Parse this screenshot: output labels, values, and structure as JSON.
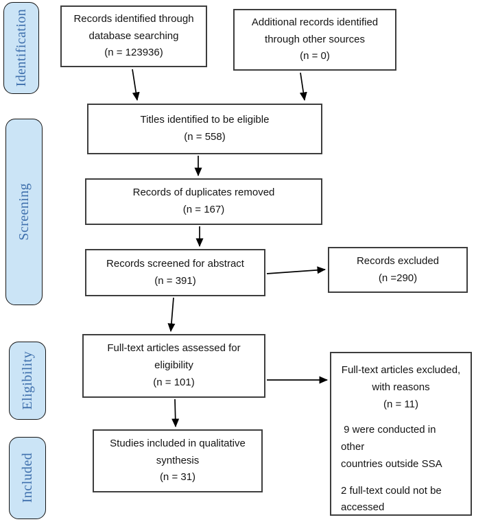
{
  "colors": {
    "stage_fill": "#cbe4f6",
    "stage_text": "#3e6fac",
    "box_border": "#3d3d3d",
    "arrow": "#000000"
  },
  "stages": [
    {
      "label": "Identification"
    },
    {
      "label": "Screening"
    },
    {
      "label": "Eligibility"
    },
    {
      "label": "Included"
    }
  ],
  "boxes": {
    "database_records": {
      "text": "Records identified through\ndatabase searching\n(n = 123936)"
    },
    "additional_records": {
      "text": "Additional records identified\nthrough other sources\n(n = 0)"
    },
    "titles_identified": {
      "text": "Titles identified to be eligible\n(n = 558)"
    },
    "duplicates_removed": {
      "text": "Records of duplicates removed\n(n = 167)"
    },
    "records_screened": {
      "text": "Records screened for abstract\n(n = 391)"
    },
    "records_excluded": {
      "text": "Records excluded\n(n =290)"
    },
    "fulltext_assessed": {
      "text": "Full-text articles assessed for\neligibility\n(n = 101)"
    },
    "studies_included": {
      "text": "Studies included in qualitative\nsynthesis\n(n = 31)"
    },
    "fulltext_excluded": {
      "title": "Full-text articles excluded,\nwith reasons\n(n = 11)",
      "reason1": " 9 were conducted in other\ncountries outside SSA",
      "reason2": "2 full-text could not be\naccessed"
    }
  }
}
